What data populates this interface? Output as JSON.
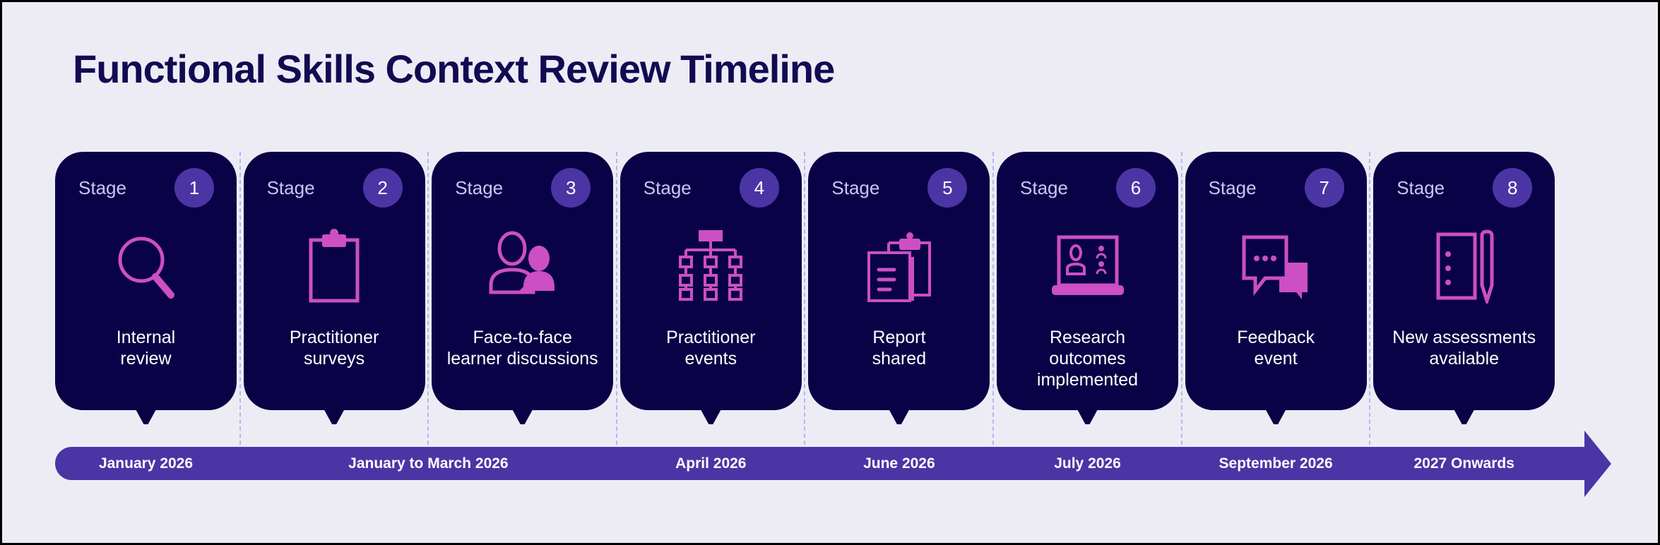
{
  "title": "Functional Skills Context Review Timeline",
  "colors": {
    "background": "#EDECF5",
    "card": "#0A0246",
    "accent": "#4B35A5",
    "icon": "#CC4FC4"
  },
  "stages": [
    {
      "label": "Stage",
      "number": "1",
      "icon": "magnifier-icon",
      "text": "Internal\nreview"
    },
    {
      "label": "Stage",
      "number": "2",
      "icon": "clipboard-icon",
      "text": "Practitioner\nsurveys"
    },
    {
      "label": "Stage",
      "number": "3",
      "icon": "people-icon",
      "text": "Face-to-face\nlearner discussions"
    },
    {
      "label": "Stage",
      "number": "4",
      "icon": "hierarchy-icon",
      "text": "Practitioner\nevents"
    },
    {
      "label": "Stage",
      "number": "5",
      "icon": "report-icon",
      "text": "Report\nshared"
    },
    {
      "label": "Stage",
      "number": "6",
      "icon": "video-call-icon",
      "text": "Research\noutcomes\nimplemented"
    },
    {
      "label": "Stage",
      "number": "7",
      "icon": "chat-icon",
      "text": "Feedback\nevent"
    },
    {
      "label": "Stage",
      "number": "8",
      "icon": "notebook-pencil-icon",
      "text": "New assessments\navailable"
    }
  ],
  "timeline": [
    {
      "label": "January 2026",
      "span": [
        0,
        0
      ]
    },
    {
      "label": "January to March 2026",
      "span": [
        1,
        2
      ]
    },
    {
      "label": "April 2026",
      "span": [
        3,
        3
      ]
    },
    {
      "label": "June 2026",
      "span": [
        4,
        4
      ]
    },
    {
      "label": "July 2026",
      "span": [
        5,
        5
      ]
    },
    {
      "label": "September 2026",
      "span": [
        6,
        6
      ]
    },
    {
      "label": "2027 Onwards",
      "span": [
        7,
        7
      ]
    }
  ]
}
